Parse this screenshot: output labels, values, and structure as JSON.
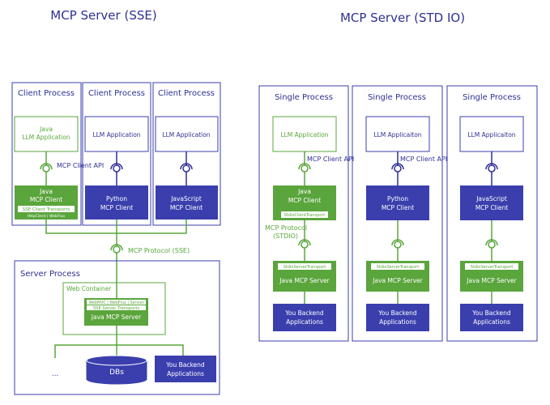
{
  "titles": {
    "sse": "MCP Server (SSE)",
    "stdio": "MCP Server (STD IO)"
  },
  "sse": {
    "client_processes": [
      {
        "title": "Client Process",
        "app_lines": [
          "Java",
          "LLM Application"
        ],
        "client_lines": [
          "Java",
          "MCP Client"
        ],
        "transport": "SSE Client Transports",
        "transport_sub": "HttpClient | WebFlux"
      },
      {
        "title": "Client Process",
        "app_lines": [
          "LLM Application"
        ],
        "client_lines": [
          "Python",
          "MCP Client"
        ]
      },
      {
        "title": "Client Process",
        "app_lines": [
          "LLM Application"
        ],
        "client_lines": [
          "JavaScript",
          "MCP Client"
        ]
      }
    ],
    "mcp_client_api": "MCP Client API",
    "mcp_protocol": "MCP Protocol (SSE)",
    "server_process": {
      "title": "Server Process",
      "web_container": "Web Container",
      "web_frameworks": "WebMVC | WebFlux | Servlet",
      "server_transport": "SSE Server Transports",
      "server_label": "Java MCP Server",
      "ellipsis": "...",
      "dbs": "DBs",
      "backend_lines": [
        "You Backend",
        "Applications"
      ]
    }
  },
  "stdio": {
    "mcp_client_api": "MCP Client API",
    "mcp_protocol_lines": [
      "MCP Protocol",
      "(STDIO)"
    ],
    "processes": [
      {
        "title": "Single Process",
        "app": "LLM Application",
        "client_lines": [
          "Java",
          "MCP Client"
        ],
        "client_transport": "StdioClientTransport",
        "server_transport": "StdioServerTransport",
        "server": "Java MCP Server",
        "backend_lines": [
          "You Backend",
          "Applications"
        ]
      },
      {
        "title": "Single Process",
        "app": "LLM Applicaiton",
        "client_lines": [
          "Python",
          "MCP Client"
        ],
        "server_transport": "StdioServerTransport",
        "server": "Java MCP Server",
        "backend_lines": [
          "You Backend",
          "Applications"
        ]
      },
      {
        "title": "Single Process",
        "app": "LLM Applicaiton",
        "client_lines": [
          "JavaScript",
          "MCP Client"
        ],
        "server_transport": "StdioServerTransport",
        "server": "Java MCP Server",
        "backend_lines": [
          "You Backend",
          "Applications"
        ]
      }
    ]
  },
  "colors": {
    "blue": "#3a3fad",
    "blue_text": "#2e3192",
    "green": "#5aa53c",
    "green_text": "#58a83a",
    "white": "#ffffff"
  }
}
